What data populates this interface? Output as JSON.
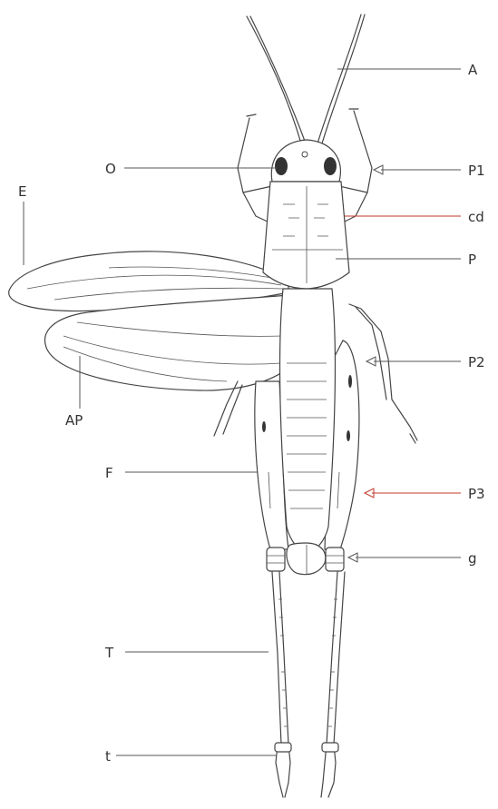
{
  "diagram": {
    "subject": "grasshopper",
    "labels": {
      "A": "A",
      "O": "O",
      "P1": "P1",
      "cd": "cd",
      "P": "P",
      "E": "E",
      "AP": "AP",
      "P2": "P2",
      "F": "F",
      "P3": "P3",
      "g": "g",
      "T": "T",
      "t": "t"
    },
    "colors": {
      "ink": "#444444",
      "accent_leader": "#c0392b",
      "background": "#ffffff"
    }
  }
}
